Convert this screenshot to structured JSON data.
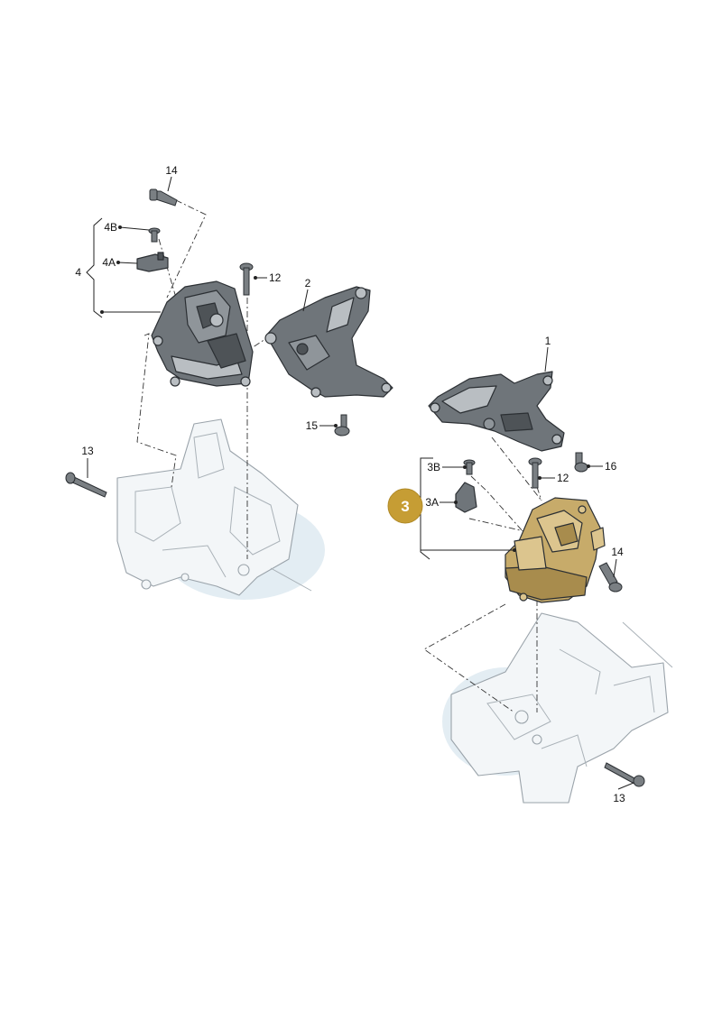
{
  "callouts": {
    "c1": "1",
    "c2": "2",
    "c3": "3",
    "c3A": "3A",
    "c3B": "3B",
    "c4": "4",
    "c4A": "4A",
    "c4B": "4B",
    "c12a": "12",
    "c12b": "12",
    "c13a": "13",
    "c13b": "13",
    "c14a": "14",
    "c14b": "14",
    "c15": "15",
    "c16": "16"
  },
  "badge": {
    "number": "3",
    "color": "#c69d34"
  },
  "colors": {
    "highlight_part": "#c7ab6a",
    "part_gray": "#6f757a",
    "frame_blue": "#dce9f0"
  }
}
